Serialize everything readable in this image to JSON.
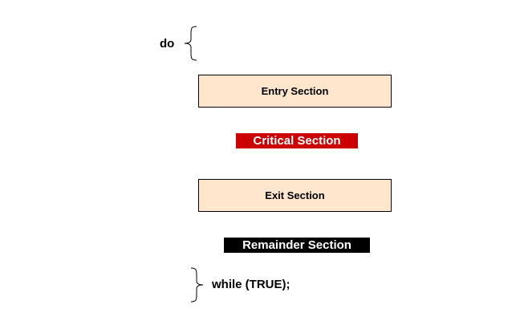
{
  "diagram": {
    "do_keyword": "do",
    "entry_section": "Entry Section",
    "critical_section": "Critical Section",
    "exit_section": "Exit Section",
    "remainder_section": "Remainder Section",
    "while_clause": "while (TRUE);"
  },
  "colors": {
    "section_box_fill": "#ffe6cc",
    "critical_fill": "#cc0000",
    "remainder_fill": "#000000"
  },
  "icons": {
    "open": "left-curly-brace-icon",
    "close": "right-curly-brace-icon"
  }
}
